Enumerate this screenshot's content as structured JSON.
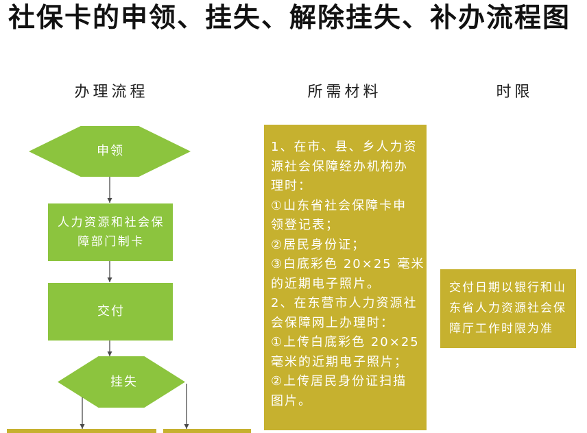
{
  "title": "社保卡的申领、挂失、解除挂失、补办流程图",
  "headers": {
    "process": "办理流程",
    "materials": "所需材料",
    "time_limit": "时限"
  },
  "flow": {
    "apply": "申领",
    "make_card": [
      "人力资源和社会保",
      "障部门制卡"
    ],
    "deliver": "交付",
    "report_loss": "挂失"
  },
  "materials": [
    "1、在市、县、乡人力资",
    "源社会保障经办机构办",
    "理时：",
    "①山东省社会保障卡申",
    "领登记表；",
    "②居民身份证；",
    "③白底彩色 20×25 毫米",
    "的近期电子照片。",
    "2、在东营市人力资源社",
    "会保障网上办理时：",
    "①上传白底彩色 20×25",
    "毫米的近期电子照片；",
    "②上传居民身份证扫描",
    "图片。"
  ],
  "time_limit": [
    "交付日期以银行和山",
    "东省人力资源社会保",
    "障厅工作时限为准"
  ],
  "colors": {
    "flow_shape": "#8cc43e",
    "info_box": "#c6b12f",
    "box_text": "#ffffff",
    "arrow": "#4a4a4a",
    "title_text": "#111111"
  }
}
